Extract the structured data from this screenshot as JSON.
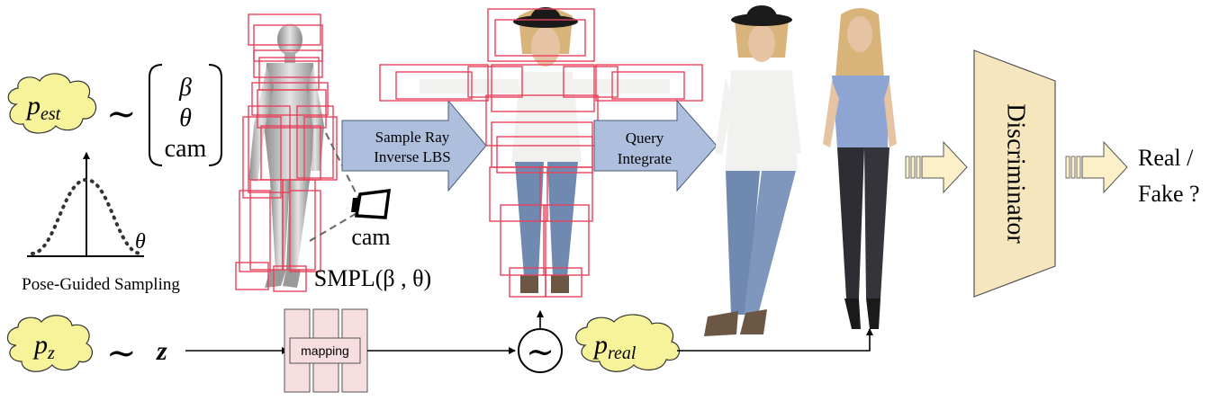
{
  "colors": {
    "cloud_fill": "#f7f39a",
    "cloud_stroke": "#333333",
    "arrow_blue": "#aebfdd",
    "arrow_cream": "#fbf0c8",
    "discriminator": "#f6e6bd",
    "bbox_red": "#e8425a",
    "mapping_pink": "#f6dde0",
    "skin": "#e6c3a3",
    "shirt_white": "#f1f1ef",
    "shirt_blue": "#8ea5d4",
    "jeans": "#6f89b0",
    "jeans_dark": "#2d2d33",
    "hair": "#d8b47a",
    "hat": "#1a1a1a",
    "mesh_gray": "#bdbdbd"
  },
  "labels": {
    "p_est": {
      "base": "p",
      "sub": "est"
    },
    "p_z": {
      "base": "p",
      "sub": "z"
    },
    "p_real": {
      "base": "p",
      "sub": "real"
    },
    "tilde": "∼",
    "z": "z",
    "beta": "β",
    "theta": "θ",
    "cam": "cam",
    "theta_axis": "θ",
    "pose_sampling": "Pose-Guided Sampling",
    "smpl": "SMPL(β , θ)",
    "camera_label": "cam",
    "mapping": "mapping",
    "arrow1_line1": "Sample Ray",
    "arrow1_line2": "Inverse LBS",
    "arrow2_line1": "Query",
    "arrow2_line2": "Integrate",
    "discriminator": "Discriminator",
    "output_line1": "Real /",
    "output_line2": "Fake ?",
    "noise_symbol": "∼"
  },
  "icons": {
    "camera": "camera-icon",
    "gaussian": "gaussian-curve-icon",
    "noise": "noise-circle-icon"
  }
}
